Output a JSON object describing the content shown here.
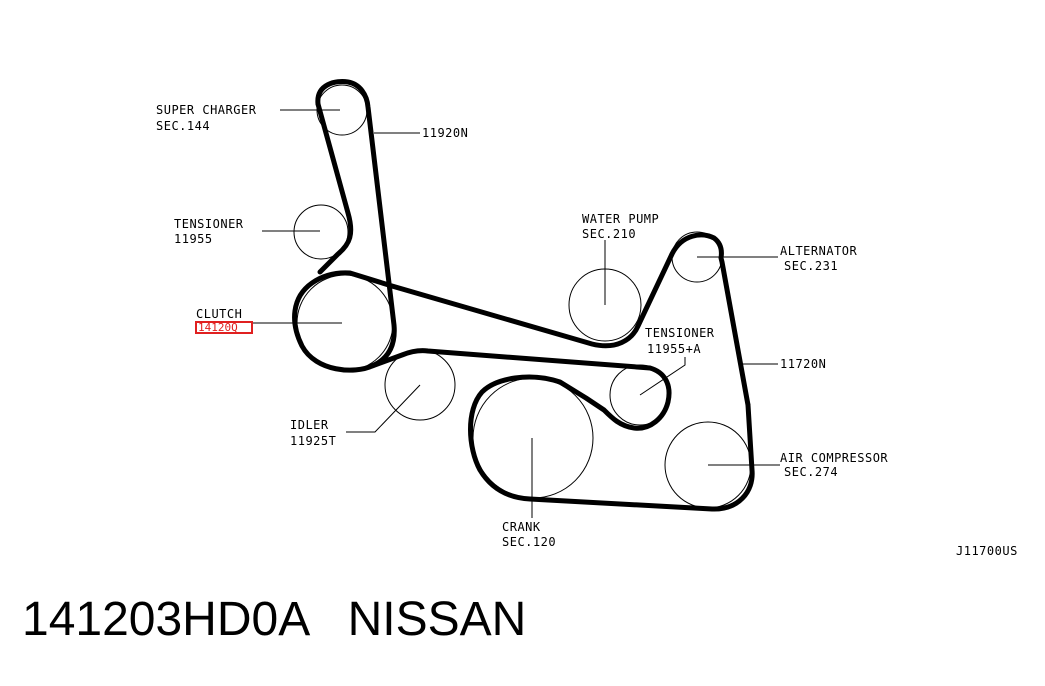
{
  "labels": {
    "super_charger": [
      "SUPER CHARGER",
      "SEC.144"
    ],
    "tensioner_top": [
      "TENSIONER",
      "11955"
    ],
    "clutch": "CLUTCH",
    "clutch_part": "14120Q",
    "idler": [
      "IDLER",
      "11925T"
    ],
    "belt_upper": "11920N",
    "water_pump": [
      "WATER PUMP",
      "SEC.210"
    ],
    "alternator": [
      "ALTERNATOR",
      "SEC.231"
    ],
    "tensioner_right": [
      "TENSIONER",
      "11955+A"
    ],
    "belt_lower": "11720N",
    "air_compressor": [
      "AIR COMPRESSOR",
      "SEC.274"
    ],
    "crank": [
      "CRANK",
      "SEC.120"
    ],
    "diagram_code": "J11700US"
  },
  "footer": {
    "part_number": "141203HD0A",
    "brand": "NISSAN"
  }
}
